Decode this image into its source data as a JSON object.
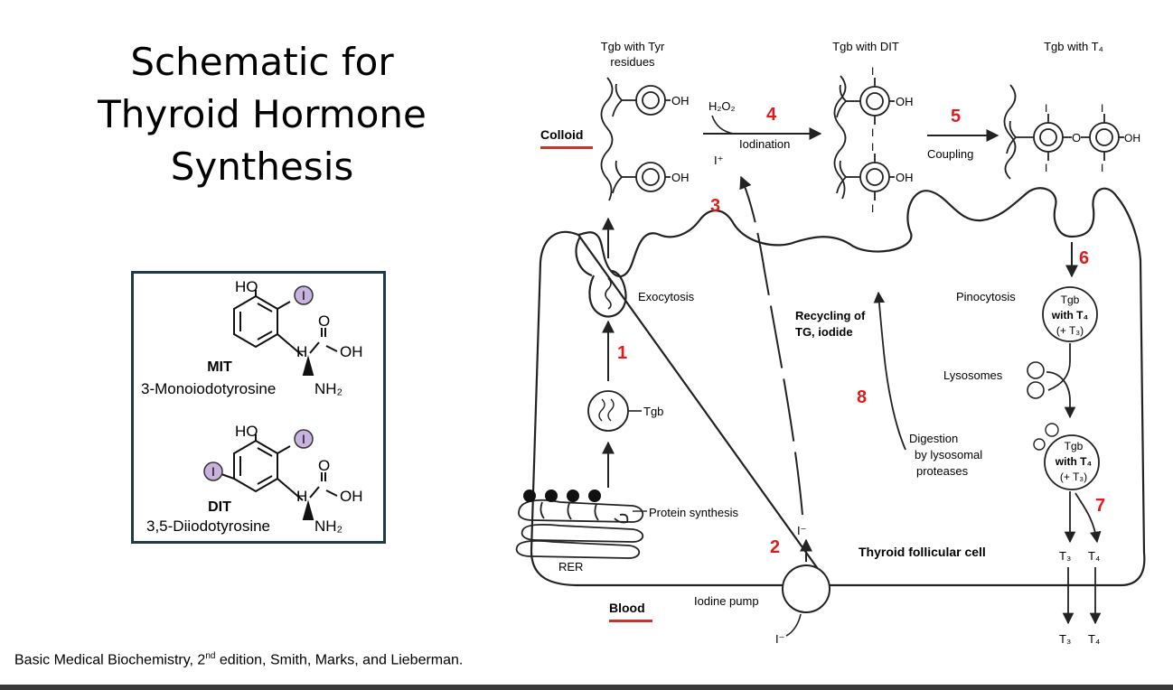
{
  "title": {
    "line1": "Schematic for",
    "line2": "Thyroid Hormone",
    "line3": "Synthesis"
  },
  "structures": {
    "mit": {
      "abbr": "MIT",
      "name": "3-Monoiodotyrosine"
    },
    "dit": {
      "abbr": "DIT",
      "name": "3,5-Diiodotyrosine"
    },
    "atoms": {
      "ho": "HO",
      "iodine": "I",
      "oh": "OH",
      "o": "O",
      "h": "H",
      "nh2": "NH₂"
    }
  },
  "diagram": {
    "top_labels": {
      "tgb_tyr_line1": "Tgb with Tyr",
      "tgb_tyr_line2": "residues",
      "tgb_dit": "Tgb with DIT",
      "tgb_t4": "Tgb with T₄"
    },
    "regions": {
      "colloid": "Colloid",
      "blood": "Blood",
      "cell": "Thyroid follicular cell"
    },
    "labels": {
      "h2o2": "H₂O₂",
      "iodination": "Iodination",
      "i_plus": "I⁺",
      "i_minus": "I⁻",
      "coupling": "Coupling",
      "exocytosis": "Exocytosis",
      "tgb": "Tgb",
      "protein_synthesis": "Protein synthesis",
      "rer": "RER",
      "iodine_pump": "Iodine pump",
      "recycling_line1": "Recycling of",
      "recycling_line2": "TG, iodide",
      "pinocytosis": "Pinocytosis",
      "vesicle_line1": "Tgb",
      "vesicle_line2": "with T₄",
      "vesicle_line3": "(+ T₃)",
      "lysosomes": "Lysosomes",
      "digestion_line1": "Digestion",
      "digestion_line2": "by lysosomal",
      "digestion_line3": "proteases",
      "oh": "OH",
      "o": "O",
      "i": "I",
      "t3": "T₃",
      "t4": "T₄"
    },
    "steps": [
      "1",
      "2",
      "3",
      "4",
      "5",
      "6",
      "7",
      "8"
    ],
    "colors": {
      "step": "#e11b1b",
      "underline": "#c0392b",
      "line": "#222222"
    }
  },
  "footer": {
    "pre": "Basic Medical Biochemistry, 2",
    "sup": "nd",
    "post": " edition, Smith, Marks, and Lieberman."
  }
}
